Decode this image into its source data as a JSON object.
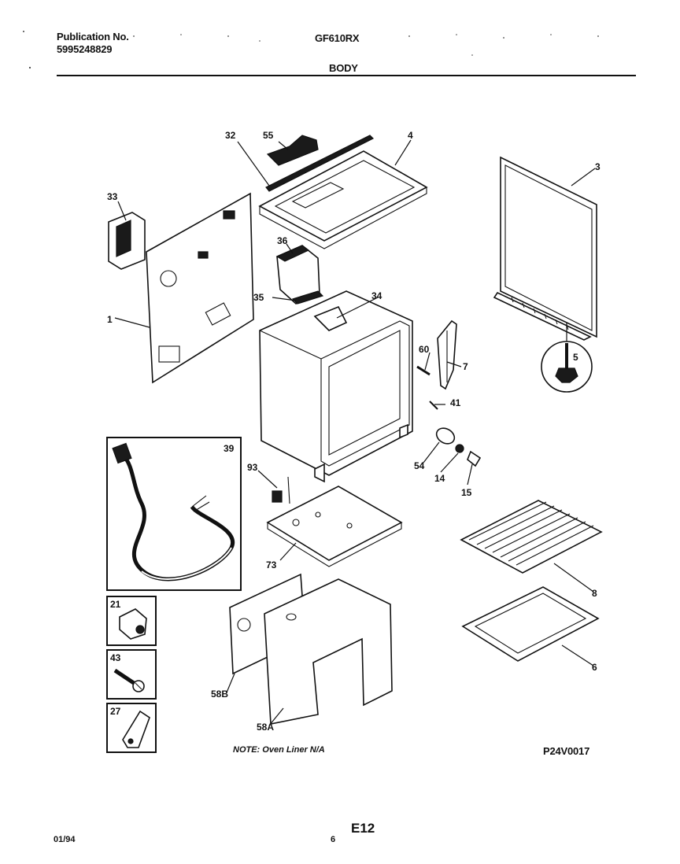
{
  "header": {
    "publication_label": "Publication No.",
    "publication_number": "5995248829",
    "model": "GF610RX",
    "section": "BODY"
  },
  "callouts": [
    "32",
    "55",
    "4",
    "3",
    "33",
    "36",
    "35",
    "34",
    "1",
    "60",
    "7",
    "41",
    "5",
    "39",
    "93",
    "54",
    "14",
    "15",
    "73",
    "8",
    "6",
    "21",
    "43",
    "27",
    "58B",
    "58A"
  ],
  "note": "NOTE: Oven Liner N/A",
  "diagram_code": "P24V0017",
  "footer": {
    "date": "01/94",
    "page_code": "E12",
    "page_number": "6"
  }
}
